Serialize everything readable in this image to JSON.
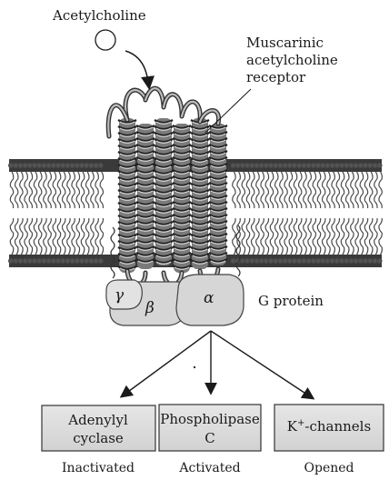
{
  "labels": {
    "ligand": "Acetylcholine",
    "receptor_line1": "Muscarinic",
    "receptor_line2": "acetylcholine",
    "receptor_line3": "receptor",
    "g_protein": "G protein",
    "gamma": "γ",
    "beta": "β",
    "alpha": "α"
  },
  "effectors": [
    {
      "name_line1": "Adenylyl",
      "name_line2": "cyclase",
      "state": "Inactivated"
    },
    {
      "name_line1": "Phospholipase",
      "name_line2": "C",
      "state": "Activated"
    },
    {
      "name_line1": "K",
      "name_sup": "+",
      "name_tail": "-channels",
      "state": "Opened"
    }
  ]
}
